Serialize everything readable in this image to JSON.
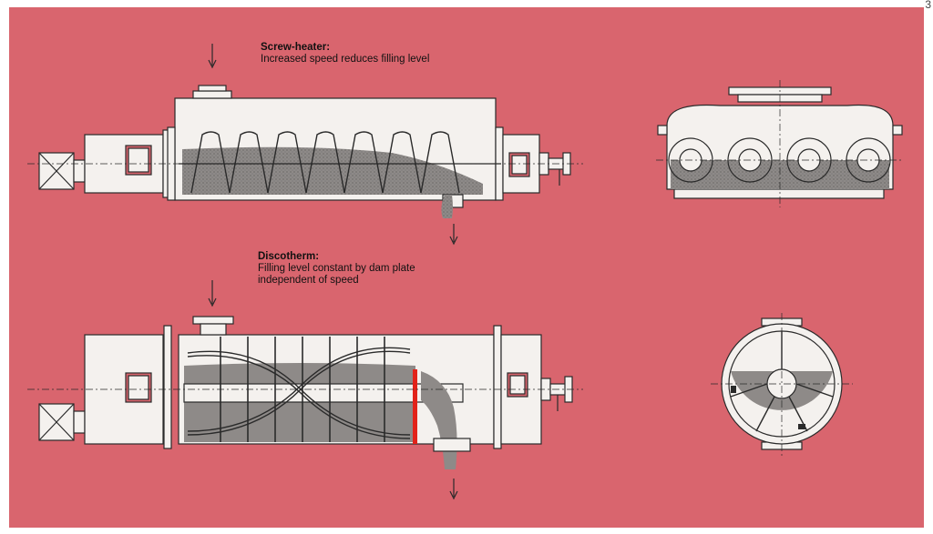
{
  "page_number": "3",
  "screw_heater": {
    "title": "Screw-heater:",
    "lines": [
      "Increased speed reduces filling level"
    ]
  },
  "discotherm": {
    "title": "Discotherm:",
    "lines": [
      "Filling level constant by dam plate",
      "independent of speed"
    ]
  },
  "colors": {
    "background": "#d9656e",
    "machine_body": "#f4f1ee",
    "product": "#8e8a88",
    "outline": "#2a2a2a",
    "dam_plate": "#e2231a"
  }
}
